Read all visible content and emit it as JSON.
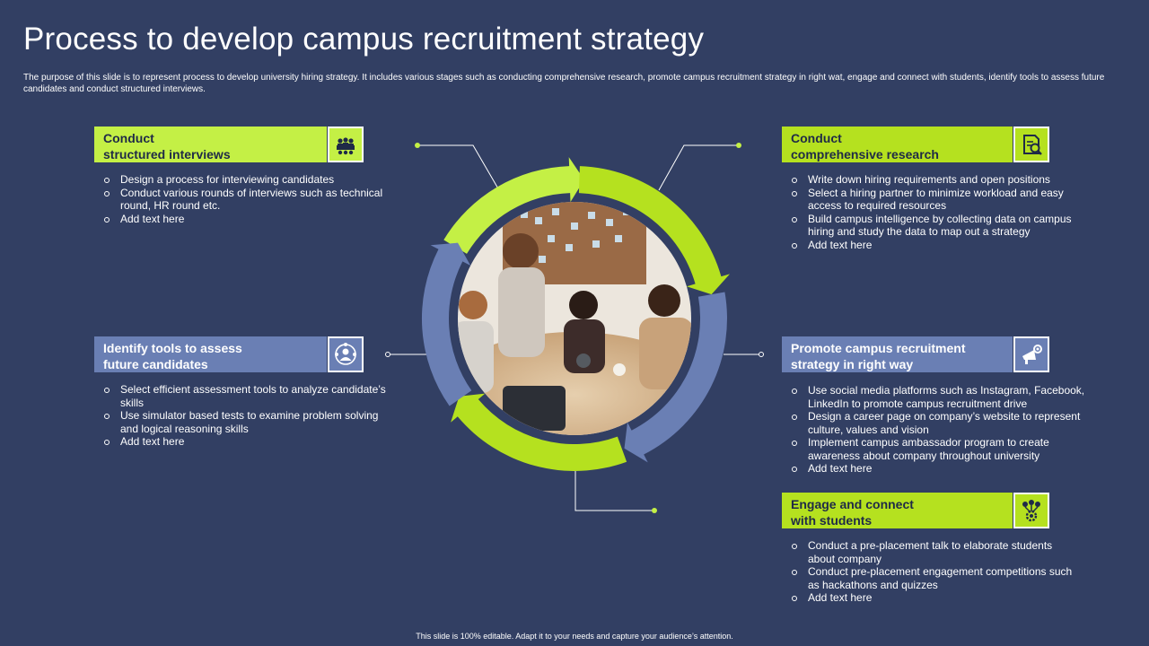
{
  "slide": {
    "title": "Process to develop campus recruitment strategy",
    "subtitle": "The purpose of this slide is to represent process to develop university hiring strategy. It includes various stages such as conducting comprehensive research, promote campus recruitment strategy in right wat, engage and connect with students, identify tools to assess future candidates and conduct structured interviews.",
    "footer": "This slide is 100% editable. Adapt it to your needs and capture your audience’s attention."
  },
  "colors": {
    "background": "#323f63",
    "lime_light": "#c4f045",
    "lime": "#b5e11f",
    "periwinkle": "#6a7fb4",
    "text_dark": "#1f2a47"
  },
  "stages": {
    "interviews": {
      "title_line1": "Conduct",
      "title_line2": "structured interviews",
      "icon": "meeting-icon",
      "bullets": [
        "Design a process for interviewing candidates",
        "Conduct various rounds of interviews such as technical round, HR round etc.",
        "Add text here"
      ]
    },
    "research": {
      "title_line1": "Conduct",
      "title_line2": "comprehensive research",
      "icon": "research-icon",
      "bullets": [
        "Write down hiring requirements and open positions",
        "Select a hiring partner to minimize workload and easy access to required resources",
        "Build campus intelligence by collecting data on campus hiring and study the data to map out a strategy",
        "Add text here"
      ]
    },
    "tools": {
      "title_line1": "Identify tools to assess",
      "title_line2": "future candidates",
      "icon": "candidate-assessment-icon",
      "bullets": [
        "Select efficient assessment tools to analyze candidate’s skills",
        "Use simulator based tests to examine problem solving and logical reasoning skills",
        "Add text here"
      ]
    },
    "promote": {
      "title_line1": "Promote campus  recruitment",
      "title_line2": "strategy in right way",
      "icon": "megaphone-icon",
      "bullets": [
        "Use social media platforms such as Instagram, Facebook, LinkedIn to promote campus recruitment drive",
        "Design a career page on company’s website to represent culture, values and vision",
        "Implement campus ambassador program to create awareness about company throughout university",
        "Add text here"
      ]
    },
    "engage": {
      "title_line1": "Engage and connect",
      "title_line2": "with students",
      "icon": "team-network-icon",
      "bullets": [
        "Conduct a pre-placement talk to elaborate students about company",
        "Conduct pre-placement engagement competitions such as hackathons and quizzes",
        "Add text here"
      ]
    }
  },
  "center_image": {
    "icon": "team-meeting-photo"
  }
}
